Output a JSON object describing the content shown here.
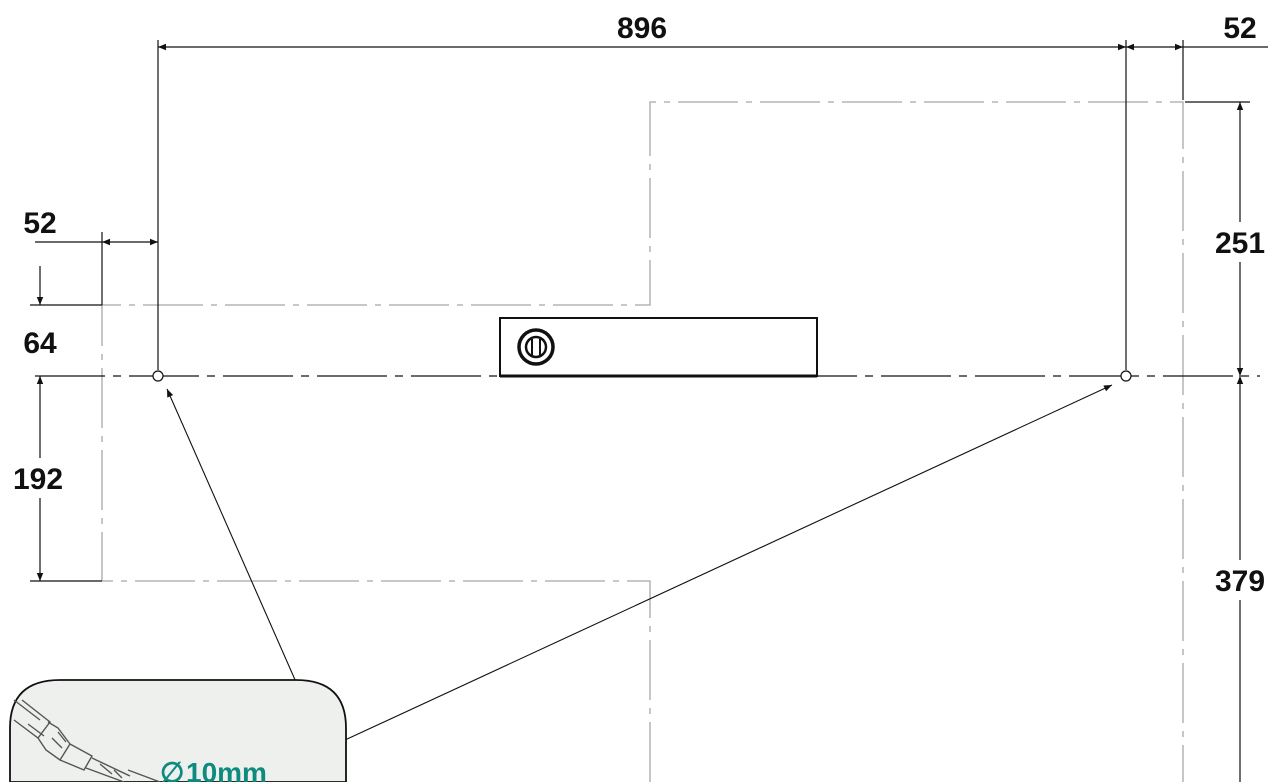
{
  "dimensions": {
    "top_width": "896",
    "top_right_offset": "52",
    "left_offset": "52",
    "left_vertical_offset": "64",
    "left_lower": "192",
    "right_upper": "251",
    "right_lower": "379"
  },
  "callout": {
    "drill_size": "10mm",
    "diameter_symbol": "∅"
  },
  "colors": {
    "line": "#111111",
    "outline": "#a8a8a8",
    "callout_bg": "#eef0ee",
    "callout_text": "#0e8a7e"
  },
  "icons": {
    "spirit_level": "spirit-level-icon",
    "drill": "drill-icon"
  }
}
